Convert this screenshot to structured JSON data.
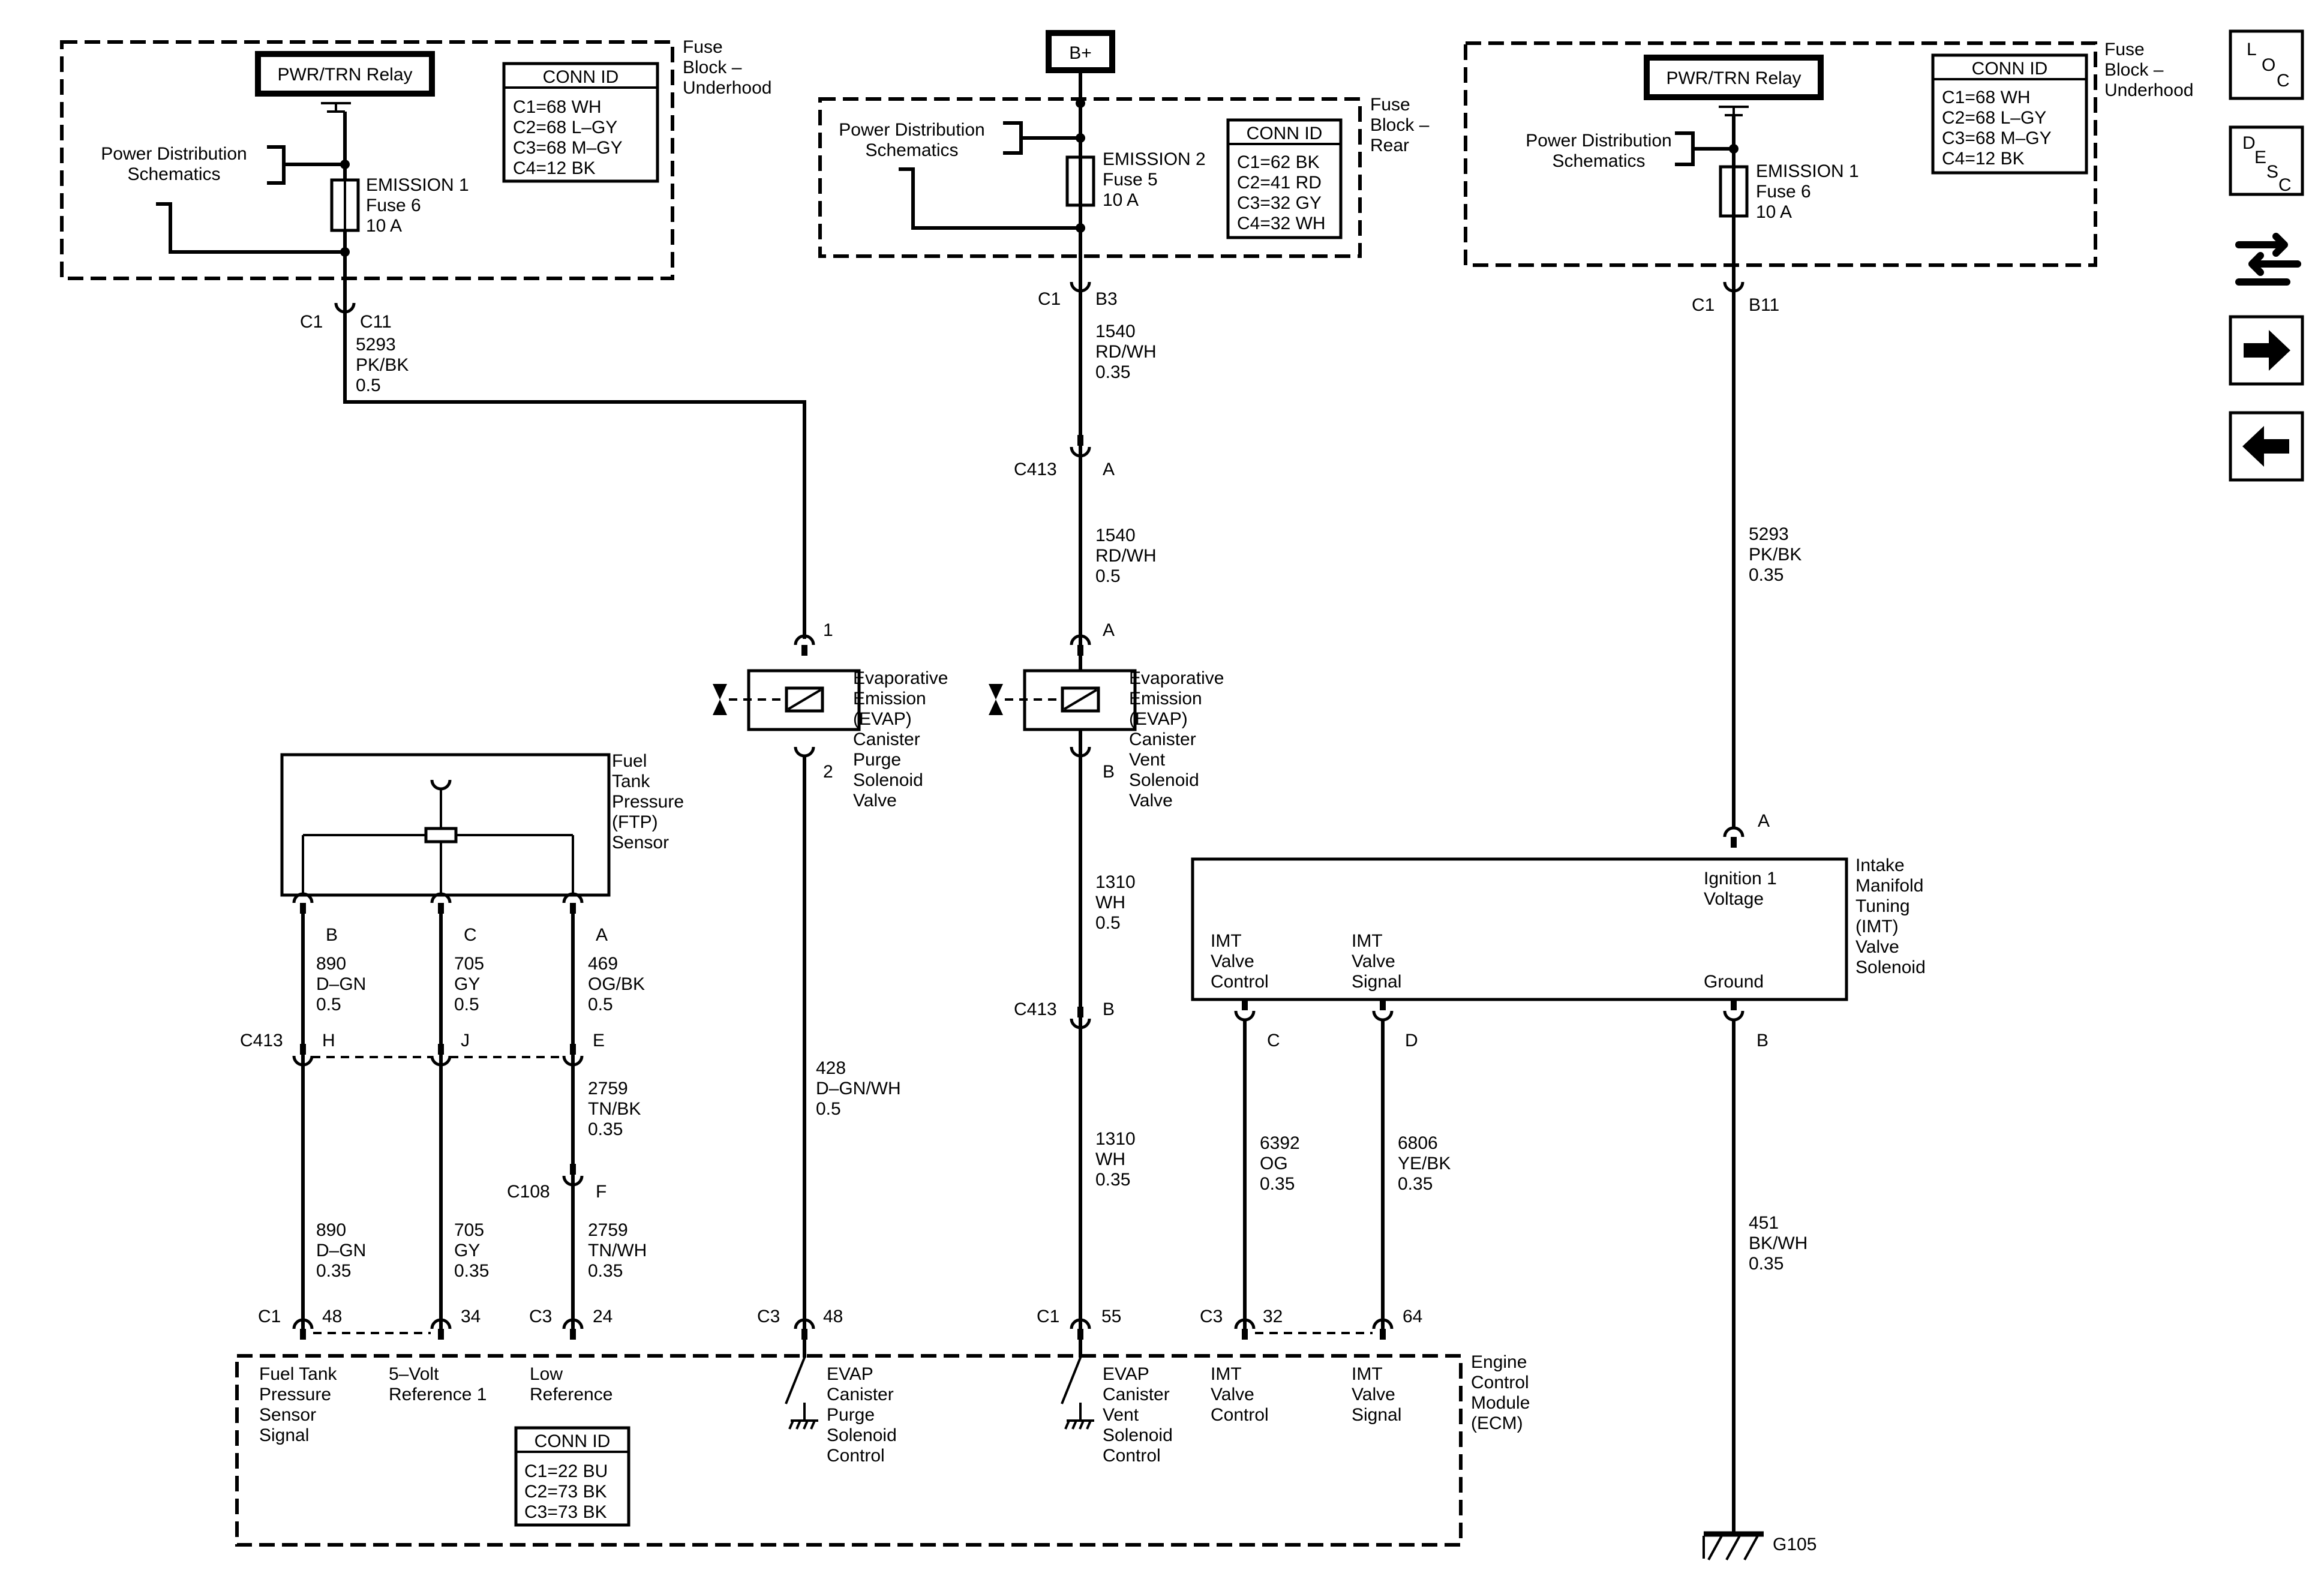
{
  "fuse_block_left": {
    "name_lines": [
      "Fuse",
      "Block –",
      "Underhood"
    ],
    "relay": "PWR/TRN Relay",
    "power_dist": [
      "Power Distribution",
      "Schematics"
    ],
    "fuse": [
      "EMISSION 1",
      "Fuse 6",
      "10 A"
    ],
    "conn_id_title": "CONN ID",
    "conn_id": [
      "C1=68 WH",
      "C2=68 L–GY",
      "C3=68 M–GY",
      "C4=12 BK"
    ],
    "connector": "C1",
    "pin": "C11",
    "wire": [
      "5293",
      "PK/BK",
      "0.5"
    ]
  },
  "fuse_block_rear": {
    "battery": "B+",
    "name_lines": [
      "Fuse",
      "Block –",
      "Rear"
    ],
    "power_dist": [
      "Power Distribution",
      "Schematics"
    ],
    "fuse": [
      "EMISSION 2",
      "Fuse 5",
      "10 A"
    ],
    "conn_id_title": "CONN ID",
    "conn_id": [
      "C1=62 BK",
      "C2=41 RD",
      "C3=32 GY",
      "C4=32 WH"
    ],
    "connector": "C1",
    "pin": "B3",
    "wire_upper": [
      "1540",
      "RD/WH",
      "0.35"
    ],
    "c413": "C413",
    "c413_pin": "A",
    "wire_lower": [
      "1540",
      "RD/WH",
      "0.5"
    ]
  },
  "fuse_block_right": {
    "name_lines": [
      "Fuse",
      "Block –",
      "Underhood"
    ],
    "relay": "PWR/TRN Relay",
    "power_dist": [
      "Power Distribution",
      "Schematics"
    ],
    "fuse": [
      "EMISSION 1",
      "Fuse 6",
      "10 A"
    ],
    "conn_id_title": "CONN ID",
    "conn_id": [
      "C1=68 WH",
      "C2=68 L–GY",
      "C3=68 M–GY",
      "C4=12 BK"
    ],
    "connector": "C1",
    "pin": "B11",
    "wire": [
      "5293",
      "PK/BK",
      "0.35"
    ]
  },
  "purge_solenoid": {
    "pin_top": "1",
    "pin_bottom": "2",
    "label": [
      "Evaporative",
      "Emission",
      "(EVAP)",
      "Canister",
      "Purge",
      "Solenoid",
      "Valve"
    ],
    "wire": [
      "428",
      "D–GN/WH",
      "0.5"
    ]
  },
  "vent_solenoid": {
    "pin_top": "A",
    "pin_bottom": "B",
    "label": [
      "Evaporative",
      "Emission",
      "(EVAP)",
      "Canister",
      "Vent",
      "Solenoid",
      "Valve"
    ],
    "wire_upper": [
      "1310",
      "WH",
      "0.5"
    ],
    "c413": "C413",
    "c413_pin": "B",
    "wire_lower": [
      "1310",
      "WH",
      "0.35"
    ]
  },
  "ftp_sensor": {
    "label": [
      "Fuel",
      "Tank",
      "Pressure",
      "(FTP)",
      "Sensor"
    ],
    "pins": [
      "B",
      "C",
      "A"
    ],
    "wires_upper": [
      [
        "890",
        "D–GN",
        "0.5"
      ],
      [
        "705",
        "GY",
        "0.5"
      ],
      [
        "469",
        "OG/BK",
        "0.5"
      ]
    ],
    "c413": "C413",
    "c413_pins": [
      "H",
      "J",
      "E"
    ],
    "wire_mid": [
      "2759",
      "TN/BK",
      "0.35"
    ],
    "c108": "C108",
    "c108_pin": "F",
    "wires_lower": [
      [
        "890",
        "D–GN",
        "0.35"
      ],
      [
        "705",
        "GY",
        "0.35"
      ],
      [
        "2759",
        "TN/WH",
        "0.35"
      ]
    ]
  },
  "imt_solenoid": {
    "pin_top": "A",
    "label": [
      "Intake",
      "Manifold",
      "Tuning",
      "(IMT)",
      "Valve",
      "Solenoid"
    ],
    "ign_label": [
      "Ignition 1",
      "Voltage"
    ],
    "ctrl_label": [
      "IMT",
      "Valve",
      "Control"
    ],
    "sig_label": [
      "IMT",
      "Valve",
      "Signal"
    ],
    "gnd_label": "Ground",
    "pins_bottom": [
      "C",
      "D",
      "B"
    ],
    "wire_ctrl": [
      "6392",
      "OG",
      "0.35"
    ],
    "wire_sig": [
      "6806",
      "YE/BK",
      "0.35"
    ],
    "wire_gnd": [
      "451",
      "BK/WH",
      "0.35"
    ],
    "ground": "G105"
  },
  "ecm": {
    "name_lines": [
      "Engine",
      "Control",
      "Module",
      "(ECM)"
    ],
    "conn_id_title": "CONN ID",
    "conn_id": [
      "C1=22 BU",
      "C2=73 BK",
      "C3=73 BK"
    ],
    "pins": [
      {
        "conn": "C1",
        "pin": "48"
      },
      {
        "conn": "",
        "pin": "34"
      },
      {
        "conn": "C3",
        "pin": "24"
      },
      {
        "conn": "C3",
        "pin": "48"
      },
      {
        "conn": "C1",
        "pin": "55"
      },
      {
        "conn": "C3",
        "pin": "32"
      },
      {
        "conn": "",
        "pin": "64"
      }
    ],
    "labels": [
      [
        "Fuel Tank",
        "Pressure",
        "Sensor",
        "Signal"
      ],
      [
        "5–Volt",
        "Reference 1"
      ],
      [
        "Low",
        "Reference"
      ],
      [
        "EVAP",
        "Canister",
        "Purge",
        "Solenoid",
        "Control"
      ],
      [
        "EVAP",
        "Canister",
        "Vent",
        "Solenoid",
        "Control"
      ],
      [
        "IMT",
        "Valve",
        "Control"
      ],
      [
        "IMT",
        "Valve",
        "Signal"
      ]
    ]
  },
  "nav": {
    "loc": [
      "L",
      "O",
      "C"
    ],
    "desc": [
      "D",
      "E",
      "S",
      "C"
    ],
    "icons": [
      "swap-icon",
      "next-arrow-icon",
      "back-arrow-icon"
    ]
  }
}
